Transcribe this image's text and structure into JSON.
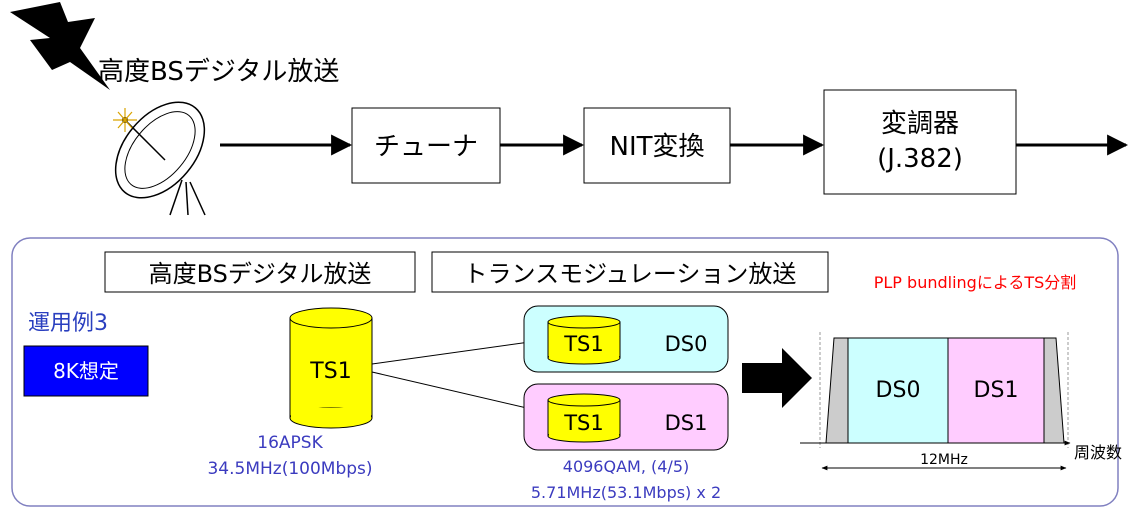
{
  "top": {
    "broadcast_label": "高度BSデジタル放送",
    "boxes": {
      "tuner": "チューナ",
      "nit": "NIT変換",
      "modulator_line1": "変調器",
      "modulator_line2": "(J.382)"
    }
  },
  "panel": {
    "source_title": "高度BSデジタル放送",
    "trans_title": "トランスモジュレーション放送",
    "plp_label": "PLP bundlingによるTS分割",
    "example_label": "運用例3",
    "badge_label": "8K想定",
    "source": {
      "ts_label": "TS1",
      "modulation": "16APSK",
      "bandwidth": "34.5MHz(100Mbps)"
    },
    "channels": [
      {
        "ts_label": "TS1",
        "ds_label": "DS0"
      },
      {
        "ts_label": "TS1",
        "ds_label": "DS1"
      }
    ],
    "trans_modulation": "4096QAM, (4/5)",
    "trans_bandwidth": "5.71MHz(53.1Mbps) x 2",
    "spectrum": {
      "bands": [
        "DS0",
        "DS1"
      ],
      "width_label": "12MHz",
      "axis_label": "周波数"
    }
  },
  "colors": {
    "panel_border": "#8080c0",
    "example_text": "#2a3fbf",
    "badge_bg": "#0000ff",
    "plp_text": "#ff0000",
    "cylinder": "#ffff00",
    "ds0_fill": "#ccffff",
    "ds1_fill": "#ffccff",
    "spec_text": "#3b3bbf"
  }
}
